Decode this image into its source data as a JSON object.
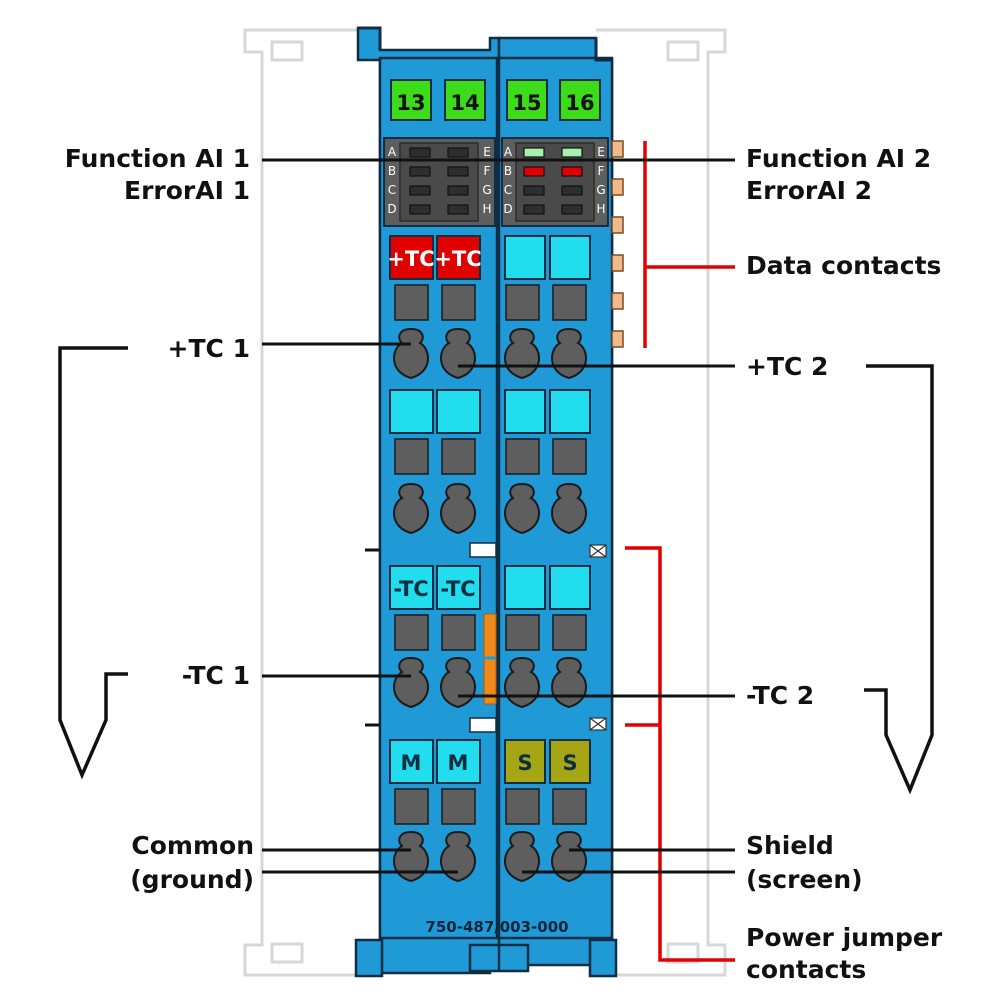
{
  "module": {
    "model": "750-487/003-000",
    "channel_numbers": [
      "13",
      "14",
      "15",
      "16"
    ],
    "led_letters_left": [
      "A",
      "B",
      "C",
      "D"
    ],
    "led_letters_right": [
      "E",
      "F",
      "G",
      "H"
    ],
    "terminal_tags": {
      "plus_tc": "+TC",
      "minus_tc": "-TC",
      "m": "M",
      "s": "S"
    }
  },
  "labels": {
    "function_ai1": "Function AI 1",
    "error_ai1": "ErrorAI 1",
    "function_ai2": "Function AI 2",
    "error_ai2": "ErrorAI 2",
    "data_contacts": "Data contacts",
    "plus_tc1": "+TC 1",
    "plus_tc2": "+TC 2",
    "minus_tc1": "-TC 1",
    "minus_tc2": "-TC 2",
    "common": "Common",
    "ground": "(ground)",
    "shield": "Shield",
    "screen": "(screen)",
    "power_jumper": "Power jumper",
    "contacts": "contacts"
  },
  "colors": {
    "module_blue": "#1f9ad6",
    "channel_green": "#3ddc1a",
    "tc_plus_red": "#e00000",
    "tc_minus_cyan": "#22ddee",
    "shield_olive": "#a6a614",
    "led_green": "#a8f0b0",
    "led_red": "#e00000",
    "callout_red": "#e00000"
  }
}
